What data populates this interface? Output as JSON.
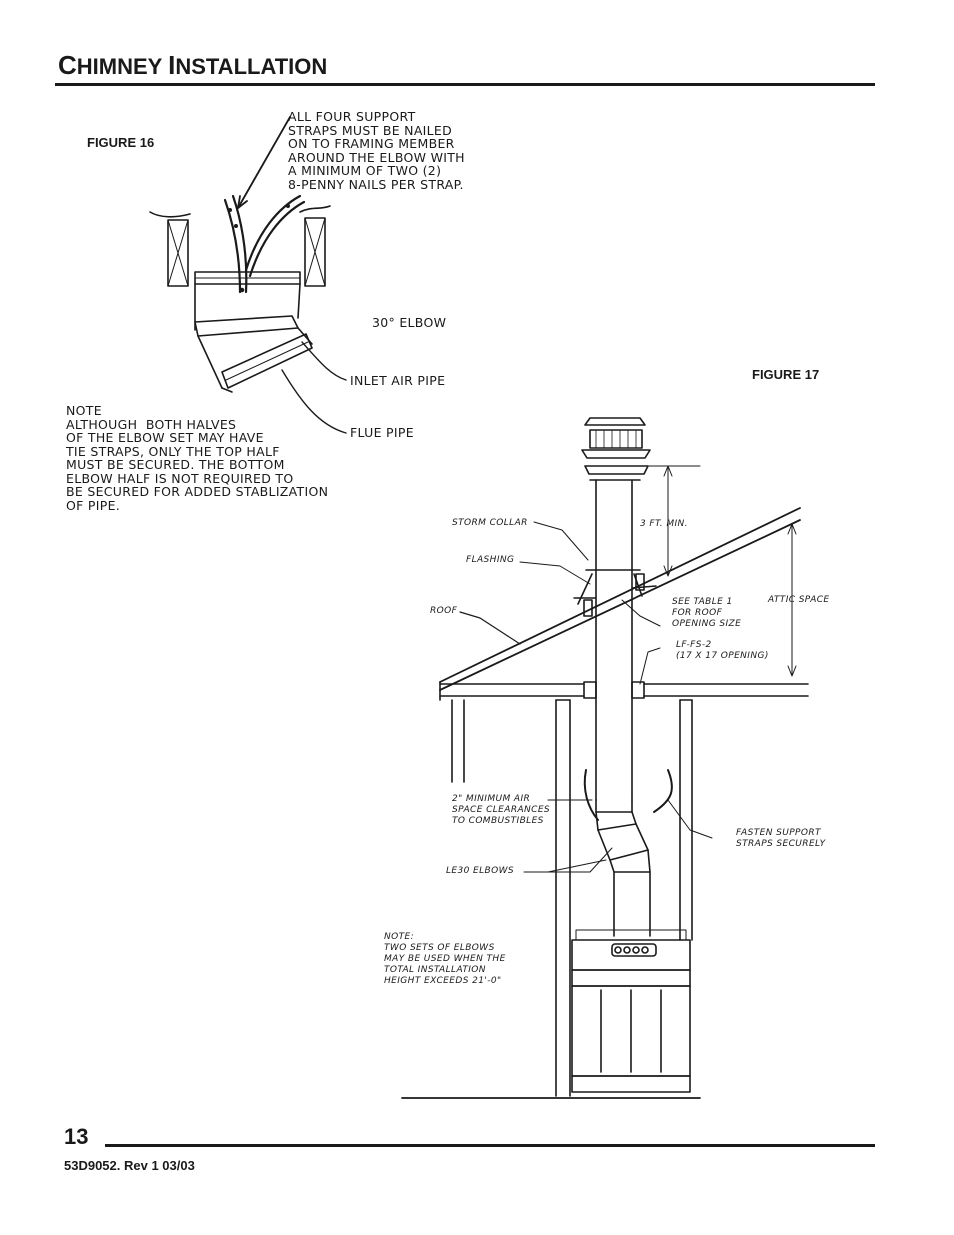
{
  "header": {
    "title_first_cap": "C",
    "title_first_rest": "HIMNEY",
    "title_second_cap": "I",
    "title_second_rest": "NSTALLATION"
  },
  "figure16": {
    "label": "FIGURE 16",
    "callout": "ALL FOUR SUPPORT\nSTRAPS MUST BE NAILED\nON TO FRAMING MEMBER\nAROUND THE ELBOW WITH\nA MINIMUM OF TWO (2)\n8-PENNY NAILS PER STRAP.",
    "elbow_label": "30° ELBOW",
    "inlet_label": "INLET AIR PIPE",
    "flue_label": "FLUE PIPE",
    "note": "NOTE\nALTHOUGH  BOTH HALVES\nOF THE ELBOW SET MAY HAVE\nTIE STRAPS, ONLY THE TOP HALF\nMUST BE SECURED. THE BOTTOM\nELBOW HALF IS NOT REQUIRED TO\nBE SECURED FOR ADDED STABLIZATION\nOF PIPE."
  },
  "figure17": {
    "label": "FIGURE 17",
    "storm_collar": "STORM COLLAR",
    "flashing": "FLASHING",
    "roof": "ROOF",
    "min_height": "3 FT. MIN.",
    "attic_space": "ATTIC SPACE",
    "see_table": "SEE TABLE 1\nFOR ROOF\nOPENING SIZE",
    "firestop": "LF-FS-2\n(17 X 17 OPENING)",
    "air_space": "2\" MINIMUM AIR\nSPACE CLEARANCES\nTO COMBUSTIBLES",
    "fasten_straps": "FASTEN SUPPORT\nSTRAPS SECURELY",
    "elbows": "LE30 ELBOWS",
    "note": "NOTE:\nTWO SETS OF ELBOWS\nMAY BE USED WHEN THE\nTOTAL INSTALLATION\nHEIGHT EXCEEDS 21'-0\""
  },
  "footer": {
    "page_number": "13",
    "doc_number": "53D9052. Rev 1 03/03"
  }
}
